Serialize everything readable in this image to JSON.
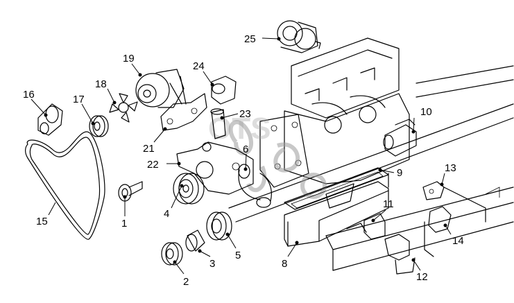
{
  "watermark": "OTS",
  "callouts": [
    {
      "id": "1",
      "name": "callout-1"
    },
    {
      "id": "2",
      "name": "callout-2"
    },
    {
      "id": "3",
      "name": "callout-3"
    },
    {
      "id": "4",
      "name": "callout-4"
    },
    {
      "id": "5",
      "name": "callout-5"
    },
    {
      "id": "6",
      "name": "callout-6"
    },
    {
      "id": "8",
      "name": "callout-8"
    },
    {
      "id": "9",
      "name": "callout-9"
    },
    {
      "id": "10",
      "name": "callout-10"
    },
    {
      "id": "11",
      "name": "callout-11"
    },
    {
      "id": "12",
      "name": "callout-12"
    },
    {
      "id": "13",
      "name": "callout-13"
    },
    {
      "id": "14",
      "name": "callout-14"
    },
    {
      "id": "15",
      "name": "callout-15"
    },
    {
      "id": "16",
      "name": "callout-16"
    },
    {
      "id": "17",
      "name": "callout-17"
    },
    {
      "id": "18",
      "name": "callout-18"
    },
    {
      "id": "19",
      "name": "callout-19"
    },
    {
      "id": "21",
      "name": "callout-21"
    },
    {
      "id": "22",
      "name": "callout-22"
    },
    {
      "id": "23",
      "name": "callout-23"
    },
    {
      "id": "24",
      "name": "callout-24"
    },
    {
      "id": "25",
      "name": "callout-25"
    }
  ]
}
